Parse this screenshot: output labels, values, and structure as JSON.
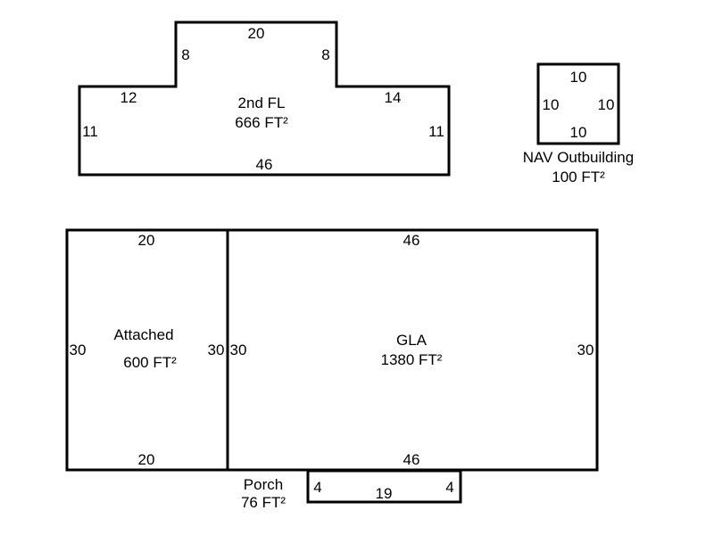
{
  "colors": {
    "line": "#000000",
    "background": "#ffffff"
  },
  "areas": {
    "second_floor": {
      "name": "2nd FL",
      "area": "666 FT²",
      "dims": {
        "top": "20",
        "upper_left": "8",
        "upper_right": "8",
        "left_ledge": "12",
        "right_ledge": "14",
        "left": "11",
        "right": "11",
        "bottom": "46"
      }
    },
    "outbuilding": {
      "name": "NAV Outbuilding",
      "area": "100 FT²",
      "dims": {
        "top": "10",
        "left": "10",
        "right": "10",
        "bottom": "10"
      }
    },
    "attached": {
      "name": "Attached",
      "area": "600 FT²",
      "dims": {
        "top": "20",
        "left": "30",
        "right": "30",
        "bottom": "20"
      }
    },
    "gla": {
      "name": "GLA",
      "area": "1380 FT²",
      "dims": {
        "top": "46",
        "left": "30",
        "right": "30",
        "bottom": "46"
      }
    },
    "porch": {
      "name": "Porch",
      "area": "76 FT²",
      "dims": {
        "left": "4",
        "right": "4",
        "bottom": "19"
      }
    }
  }
}
